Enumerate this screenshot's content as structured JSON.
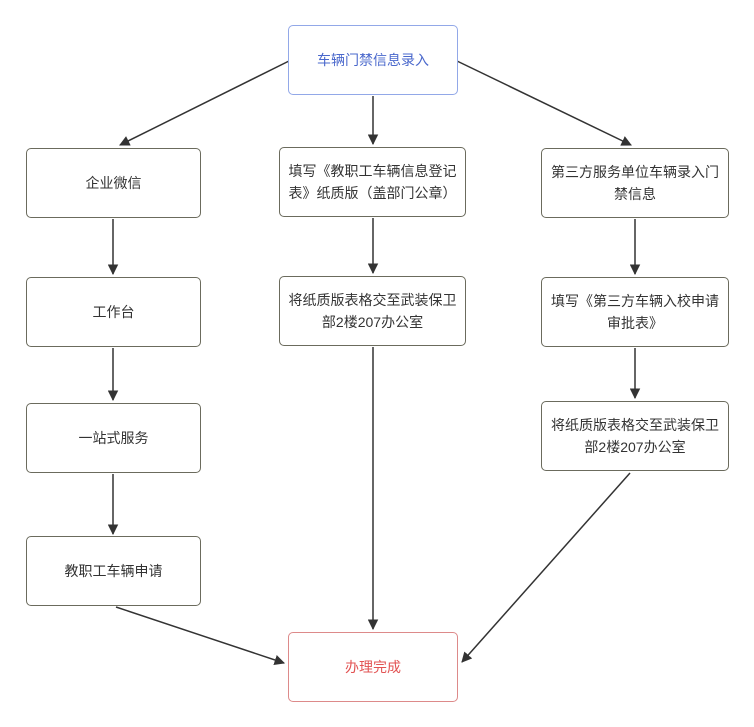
{
  "diagram": {
    "type": "flowchart",
    "direction": "top-down",
    "background": "#ffffff"
  },
  "colors": {
    "node_fill": "#ffffff",
    "node_border": "#6b6b5d",
    "node_text": "#333333",
    "start_border": "#92a8e8",
    "start_text": "#4a68cc",
    "done_border": "#dd8a8a",
    "done_text": "#e25353",
    "arrow": "#333333"
  },
  "nodes": {
    "start": {
      "label": "车辆门禁信息录入"
    },
    "wecom": {
      "label": "企业微信"
    },
    "staff_form": {
      "label": "填写《教职工车辆信息登记表》纸质版（盖部门公章）"
    },
    "third_party": {
      "label": "第三方服务单位车辆录入门禁信息"
    },
    "workbench": {
      "label": "工作台"
    },
    "submit_mid": {
      "label": "将纸质版表格交至武装保卫部2楼207办公室"
    },
    "third_form": {
      "label": "填写《第三方车辆入校申请审批表》"
    },
    "one_stop": {
      "label": "一站式服务"
    },
    "submit_right": {
      "label": "将纸质版表格交至武装保卫部2楼207办公室"
    },
    "staff_apply": {
      "label": "教职工车辆申请"
    },
    "done": {
      "label": "办理完成"
    }
  },
  "edges": [
    {
      "from": "车辆门禁信息录入",
      "to": "企业微信"
    },
    {
      "from": "车辆门禁信息录入",
      "to": "填写《教职工车辆信息登记表》纸质版（盖部门公章）"
    },
    {
      "from": "车辆门禁信息录入",
      "to": "第三方服务单位车辆录入门禁信息"
    },
    {
      "from": "企业微信",
      "to": "工作台"
    },
    {
      "from": "工作台",
      "to": "一站式服务"
    },
    {
      "from": "一站式服务",
      "to": "教职工车辆申请"
    },
    {
      "from": "教职工车辆申请",
      "to": "办理完成"
    },
    {
      "from": "填写《教职工车辆信息登记表》纸质版（盖部门公章）",
      "to": "将纸质版表格交至武装保卫部2楼207办公室"
    },
    {
      "from": "将纸质版表格交至武装保卫部2楼207办公室",
      "to": "办理完成"
    },
    {
      "from": "第三方服务单位车辆录入门禁信息",
      "to": "填写《第三方车辆入校申请审批表》"
    },
    {
      "from": "填写《第三方车辆入校申请审批表》",
      "to": "将纸质版表格交至武装保卫部2楼207办公室"
    },
    {
      "from": "将纸质版表格交至武装保卫部2楼207办公室",
      "to": "办理完成"
    }
  ]
}
